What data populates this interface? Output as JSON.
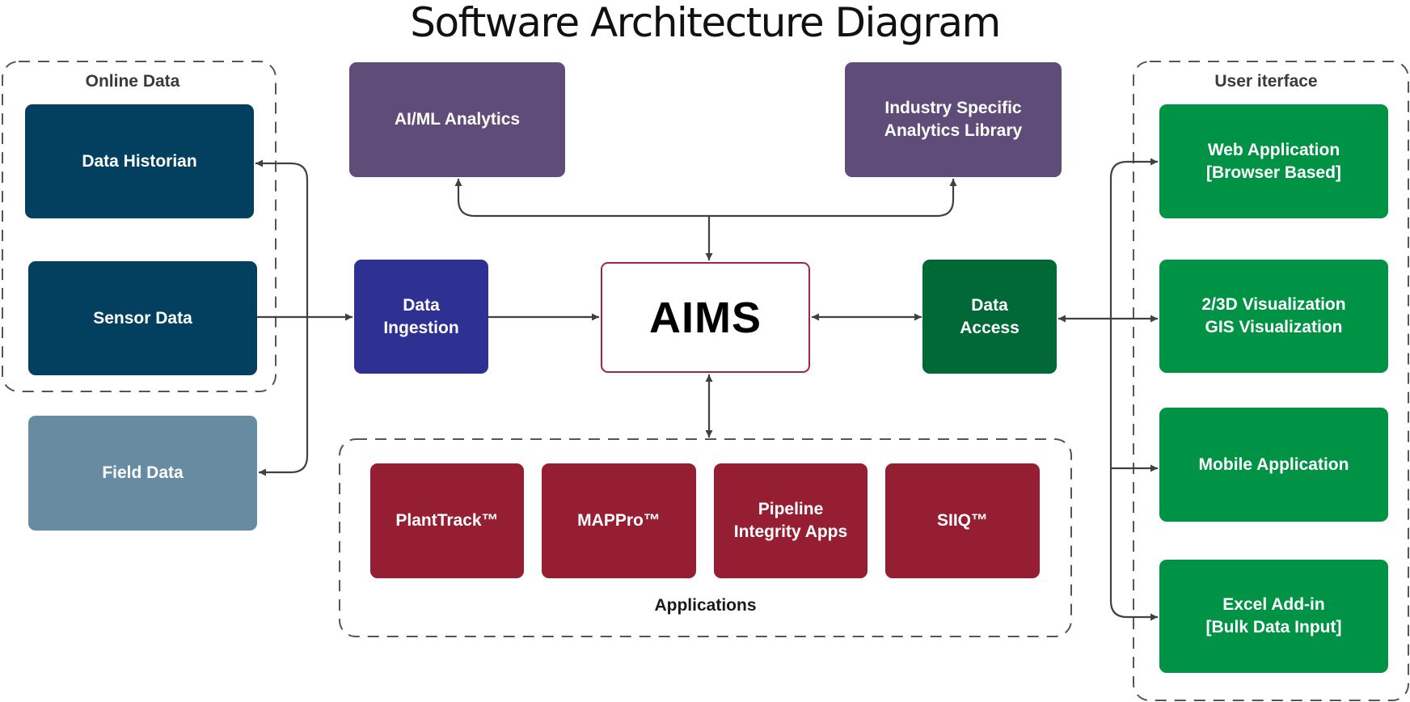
{
  "title": "Software Architecture Diagram",
  "colors": {
    "source": "#03405f",
    "field": "#678ca1",
    "analytics": "#604c78",
    "ingestion": "#2e3192",
    "core_border": "#a3273c",
    "access": "#016838",
    "ui": "#019345",
    "apps": "#961e33",
    "connector": "#404040"
  },
  "groups": {
    "online_data": "Online Data",
    "user_interface": "User iterface",
    "applications": "Applications"
  },
  "nodes": {
    "data_historian": "Data Historian",
    "sensor_data": "Sensor Data",
    "field_data": "Field Data",
    "ai_ml": "AI/ML Analytics",
    "industry_lib": "Industry Specific\nAnalytics Library",
    "data_ingestion": "Data\nIngestion",
    "aims": "AIMS",
    "data_access": "Data\nAccess",
    "web_app": "Web Application\n[Browser Based]",
    "visualization": "2/3D Visualization\nGIS Visualization",
    "mobile_app": "Mobile Application",
    "excel_addin": "Excel Add-in\n[Bulk Data Input]",
    "planttrack": "PlantTrack™",
    "mappro": "MAPPro™",
    "pipeline": "Pipeline\nIntegrity Apps",
    "siiq": "SIIQ™"
  },
  "connections": [
    {
      "from": "sensor_data",
      "to": "data_ingestion",
      "type": "one-way"
    },
    {
      "from": "data_ingestion",
      "to": "aims",
      "type": "one-way"
    },
    {
      "from": "aims",
      "to": "data_access",
      "type": "two-way"
    },
    {
      "from": "aims",
      "to": "ai_ml",
      "type": "two-way"
    },
    {
      "from": "aims",
      "to": "industry_lib",
      "type": "two-way"
    },
    {
      "from": "aims",
      "to": "applications",
      "type": "two-way"
    },
    {
      "from": "data_access",
      "to": "web_app",
      "type": "two-way"
    },
    {
      "from": "data_access",
      "to": "visualization",
      "type": "two-way"
    },
    {
      "from": "data_access",
      "to": "mobile_app",
      "type": "two-way"
    },
    {
      "from": "data_access",
      "to": "excel_addin",
      "type": "two-way"
    },
    {
      "from": "data_historian",
      "to": "field_data",
      "type": "two-way"
    }
  ]
}
